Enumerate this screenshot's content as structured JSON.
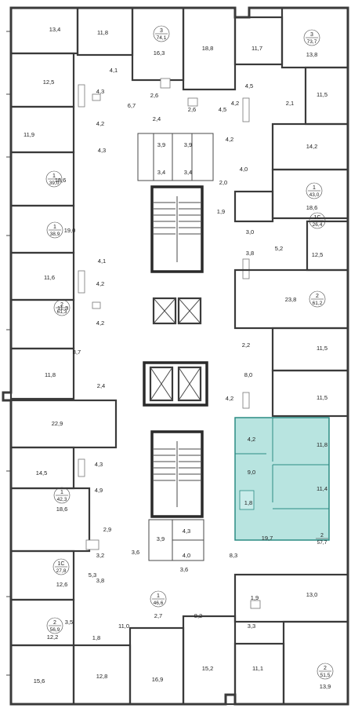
{
  "highlight_color": "#b8e4e0",
  "highlighted_apartment": {
    "rooms": "2",
    "total": "57,7",
    "room_areas": [
      "11,8",
      "4,2",
      "9,0",
      "11,4",
      "1,8",
      "19,7"
    ]
  },
  "badges": [
    {
      "rooms": "3",
      "total": "74,1"
    },
    {
      "rooms": "3",
      "total": "73,7"
    },
    {
      "rooms": "1",
      "total": "39,0"
    },
    {
      "rooms": "1",
      "total": "43,0"
    },
    {
      "rooms": "1",
      "total": "38,9"
    },
    {
      "rooms": "1С",
      "total": "26,4"
    },
    {
      "rooms": "2",
      "total": "61,2"
    },
    {
      "rooms": "2",
      "total": "61,3"
    },
    {
      "rooms": "1",
      "total": "42,3"
    },
    {
      "rooms": "1С",
      "total": "27,8"
    },
    {
      "rooms": "2",
      "total": "56,9"
    },
    {
      "rooms": "1",
      "total": "46,6"
    },
    {
      "rooms": "2",
      "total": "51,5"
    }
  ],
  "room_areas": [
    "13,4",
    "11,8",
    "16,3",
    "18,8",
    "11,7",
    "13,8",
    "12,5",
    "4,1",
    "4,3",
    "4,2",
    "6,7",
    "2,6",
    "2,4",
    "2,6",
    "4,5",
    "4,5",
    "4,2",
    "2,1",
    "11,5",
    "11,9",
    "4,3",
    "3,9",
    "3,9",
    "4,2",
    "14,2",
    "18,6",
    "3,4",
    "3,4",
    "4,0",
    "2,0",
    "18,6",
    "19,0",
    "1,9",
    "3,0",
    "5,2",
    "12,5",
    "4,1",
    "3,8",
    "11,6",
    "4,2",
    "23,8",
    "11,3",
    "4,2",
    "2,2",
    "11,5",
    "8,7",
    "8,0",
    "11,8",
    "2,4",
    "4,2",
    "11,5",
    "22,9",
    "14,5",
    "4,3",
    "4,9",
    "18,6",
    "2,9",
    "3,9",
    "4,3",
    "4,0",
    "3,2",
    "5,3",
    "3,8",
    "12,6",
    "3,6",
    "3,6",
    "8,3",
    "13,0",
    "1,9",
    "3,3",
    "3,5",
    "1,8",
    "11,0",
    "2,7",
    "8,2",
    "12,2",
    "15,6",
    "12,8",
    "16,9",
    "15,2",
    "11,1",
    "13,9"
  ]
}
